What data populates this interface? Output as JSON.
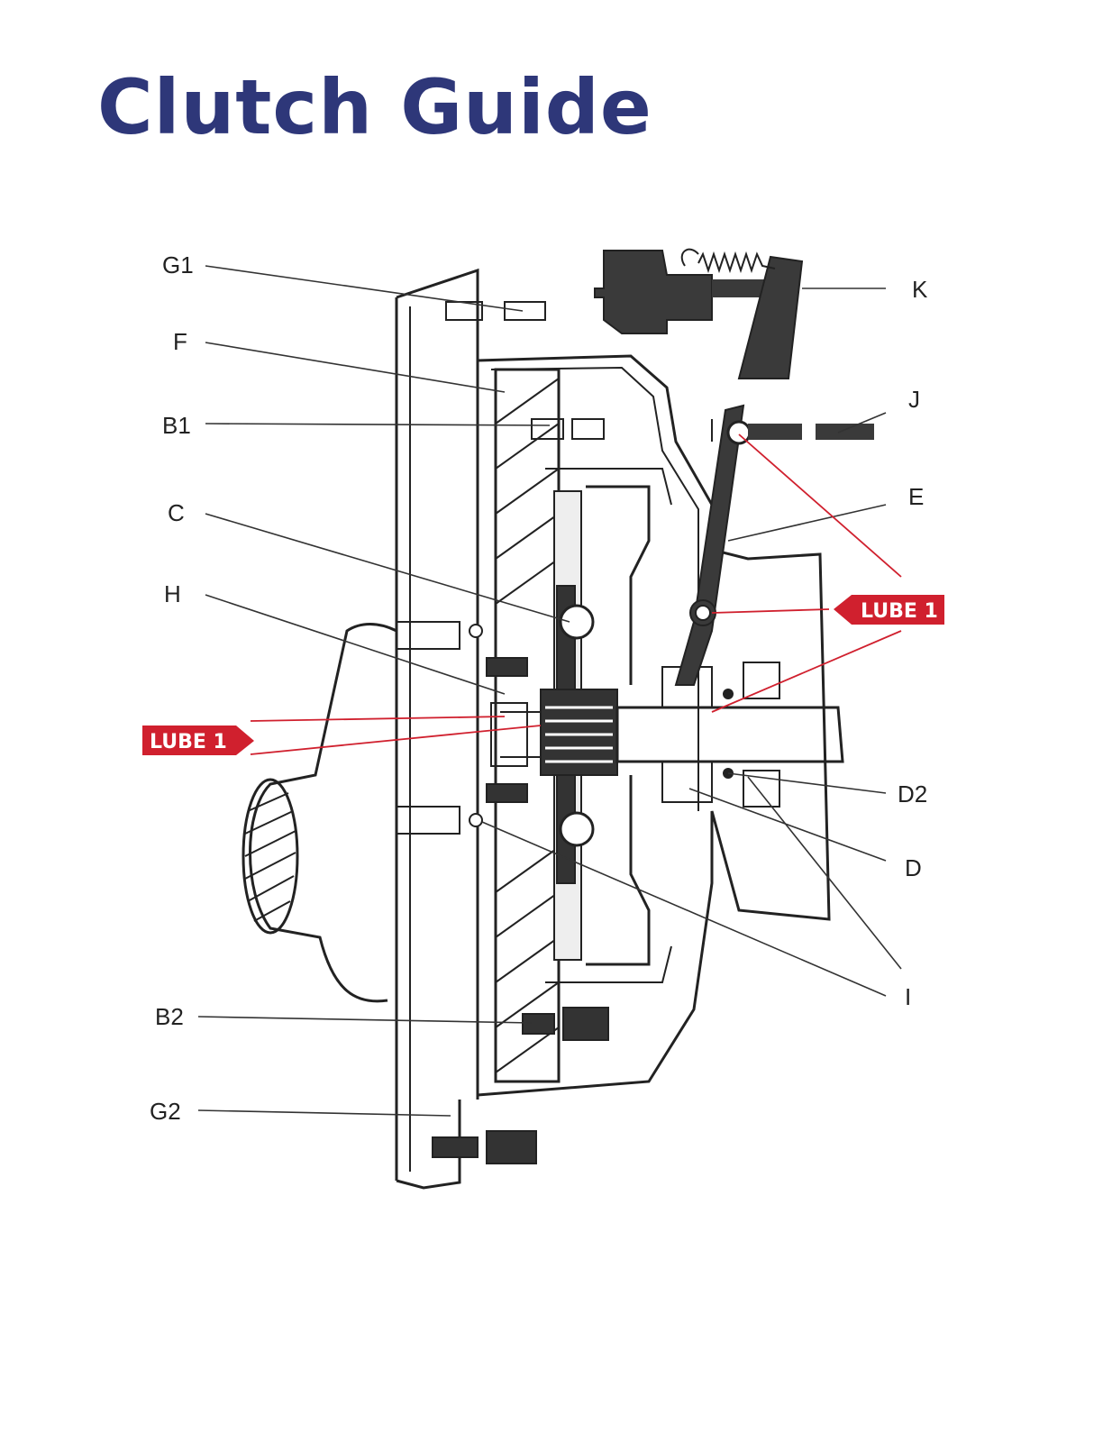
{
  "title": "Clutch Guide",
  "labels": {
    "g1": "G1",
    "f": "F",
    "b1": "B1",
    "c": "C",
    "h": "H",
    "b2": "B2",
    "g2": "G2",
    "k": "K",
    "j": "J",
    "e": "E",
    "d2": "D2",
    "d": "D",
    "i": "I"
  },
  "lube_tags": {
    "left": "LUBE 1",
    "right": "LUBE 1"
  },
  "colors": {
    "title": "#2e3779",
    "lube_tag": "#d0202e"
  }
}
